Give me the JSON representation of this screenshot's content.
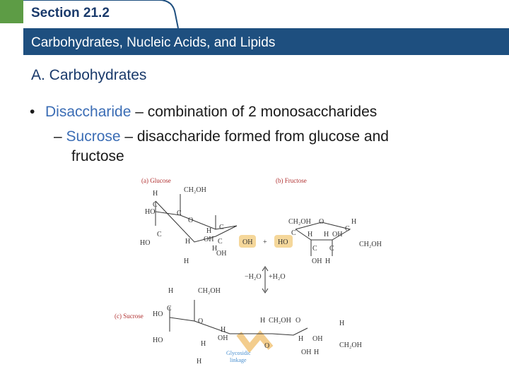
{
  "header": {
    "section": "Section 21.2",
    "title": "Carbohydrates, Nucleic Acids, and Lipids"
  },
  "slide": {
    "heading": "A. Carbohydrates",
    "bullet_term": "Disaccharide",
    "bullet_text": " – combination of 2 monosaccharides",
    "sub_dash": "– ",
    "sub_term": "Sucrose",
    "sub_text": " – disaccharide formed from glucose and",
    "sub_text_cont": "fructose"
  },
  "diagram": {
    "caption_a": "(a) Glucose",
    "caption_b": "(b) Fructose",
    "caption_c": "(c) Sucrose",
    "reaction_left": "−H₂O",
    "reaction_right": "+H₂O",
    "plus": "+",
    "bond_label_1": "Glycosidic",
    "bond_label_2": "linkage",
    "accent_color": "#f0c070",
    "caption_color": "#b03030"
  }
}
